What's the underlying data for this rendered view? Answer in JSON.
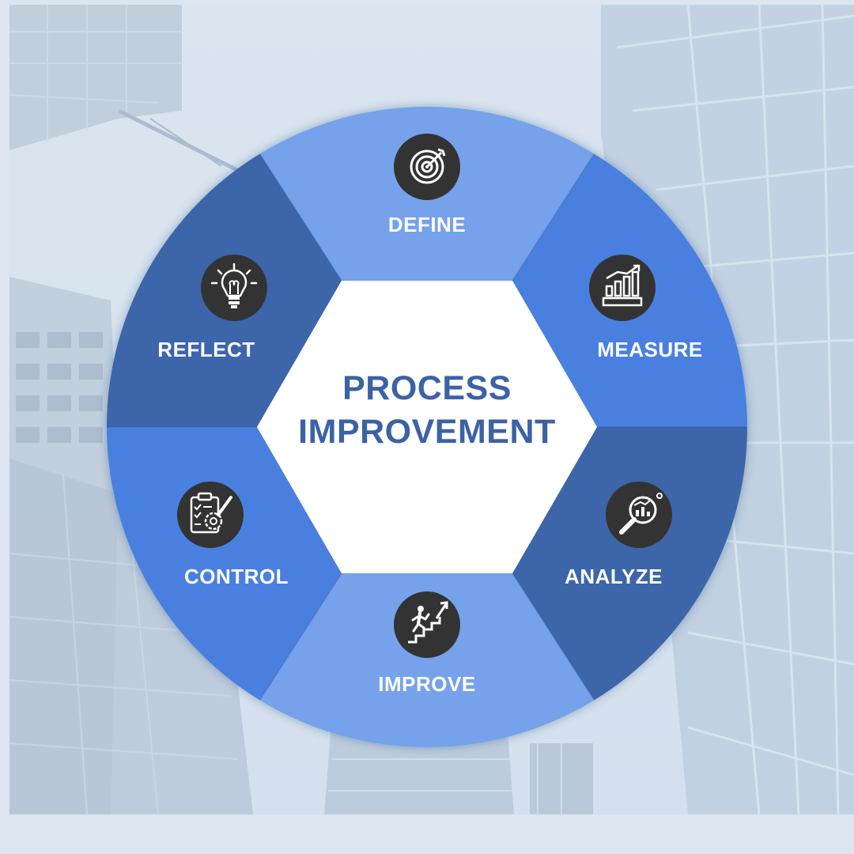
{
  "diagram": {
    "center": {
      "line1": "PROCESS",
      "line2": "IMPROVEMENT"
    },
    "segments": [
      {
        "id": "define",
        "label": "DEFINE",
        "icon": "target-icon"
      },
      {
        "id": "measure",
        "label": "MEASURE",
        "icon": "bar-chart-growth-icon"
      },
      {
        "id": "analyze",
        "label": "ANALYZE",
        "icon": "magnifier-chart-icon"
      },
      {
        "id": "improve",
        "label": "IMPROVE",
        "icon": "person-climbing-stairs-icon"
      },
      {
        "id": "control",
        "label": "CONTROL",
        "icon": "clipboard-gear-icon"
      },
      {
        "id": "reflect",
        "label": "REFLECT",
        "icon": "lightbulb-icon"
      }
    ]
  },
  "colors": {
    "background": "#dde6f0",
    "light_blue": "#74a2ea",
    "mid_blue": "#4a80e0",
    "dark_blue": "#3c65aa",
    "center_text": "#3c62a6",
    "icon_circle": "#333333"
  }
}
